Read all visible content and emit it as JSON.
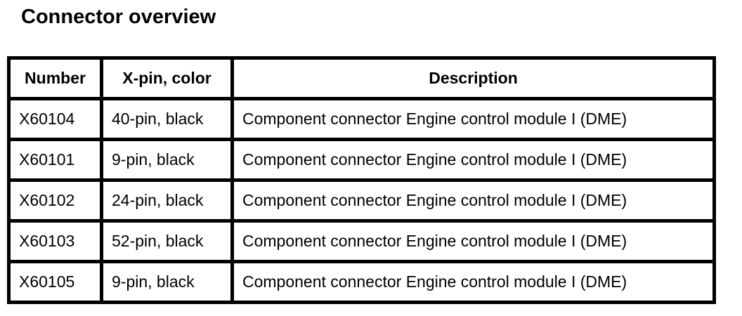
{
  "page": {
    "title": "Connector overview"
  },
  "table": {
    "columns": [
      {
        "key": "number",
        "label": "Number"
      },
      {
        "key": "xpin",
        "label": "X-pin, color"
      },
      {
        "key": "description",
        "label": "Description"
      }
    ],
    "rows": [
      {
        "number": "X60104",
        "xpin": "40-pin, black",
        "description": "Component connector Engine control module I (DME)"
      },
      {
        "number": "X60101",
        "xpin": "9-pin, black",
        "description": "Component connector Engine control module I (DME)"
      },
      {
        "number": "X60102",
        "xpin": "24-pin, black",
        "description": "Component connector Engine control module I (DME)"
      },
      {
        "number": "X60103",
        "xpin": "52-pin, black",
        "description": "Component connector Engine control module I (DME)"
      },
      {
        "number": "X60105",
        "xpin": "9-pin, black",
        "description": "Component connector Engine control module I (DME)"
      }
    ]
  }
}
